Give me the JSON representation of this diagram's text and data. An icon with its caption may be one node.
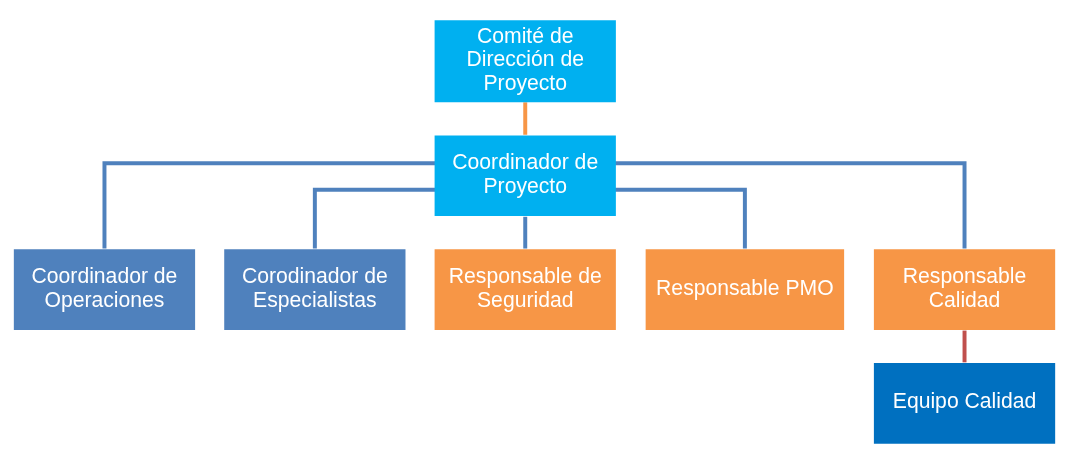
{
  "diagram": {
    "nodes": [
      {
        "text": [
          "Comité de Dirección de Proyecto"
        ]
      },
      {
        "text": [
          "Coordinador de Proyecto"
        ]
      },
      {
        "text": [
          "Coordinador de Operaciones"
        ]
      },
      {
        "text": [
          "Corodinador de Especialistas"
        ]
      },
      {
        "text": [
          "Responsable de Seguridad"
        ]
      },
      {
        "text": [
          "Responsable PMO"
        ]
      },
      {
        "text": [
          "Responsable Calidad"
        ]
      },
      {
        "text": [
          "Equipo Calidad"
        ]
      }
    ],
    "edges": [
      {
        "from": 0,
        "to": 1,
        "arrow": "none",
        "color": "#f79646"
      },
      {
        "from": 1,
        "to": 2,
        "arrow": "none"
      },
      {
        "from": 1,
        "to": 3,
        "arrow": "none"
      },
      {
        "from": 1,
        "to": 4,
        "arrow": "none"
      },
      {
        "from": 1,
        "to": 5,
        "arrow": "none"
      },
      {
        "from": 1,
        "to": 6,
        "arrow": "none"
      },
      {
        "from": 6,
        "to": 7,
        "arrow": "none",
        "color": "#c0504d"
      }
    ]
  }
}
